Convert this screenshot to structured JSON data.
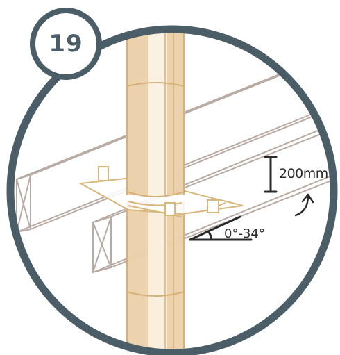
{
  "step": {
    "number": "19"
  },
  "annotations": {
    "height_label": "200mm",
    "angle_label": "0°-34°"
  },
  "colors": {
    "frame": "#4b5d67",
    "pipe_fill": "#ecd2ac",
    "pipe_stroke": "#d6b07a",
    "flashing_stroke": "#d8b77c",
    "beam_stroke": "#b8aba3",
    "ink": "#2a2a2a"
  },
  "icons": {
    "rotate_arrow": "curved-arrow-icon"
  }
}
